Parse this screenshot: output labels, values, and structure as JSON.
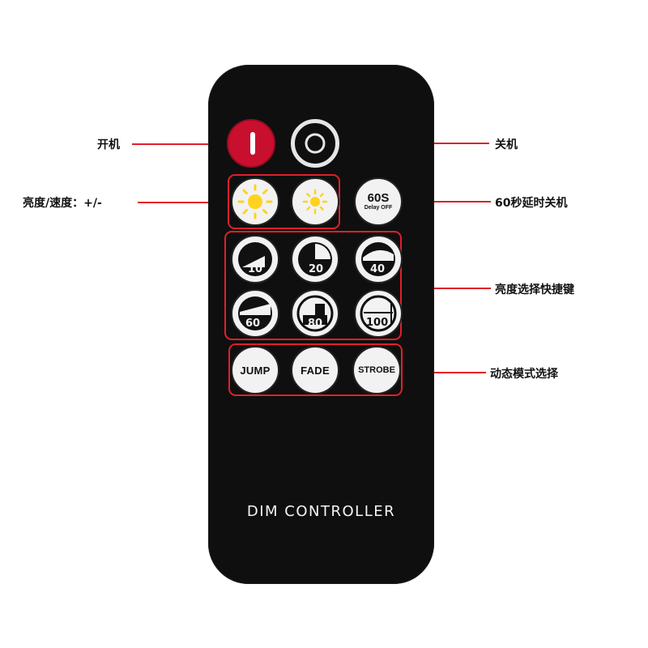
{
  "callouts": {
    "power_on": "开机",
    "power_off": "关机",
    "brightness_speed": "亮度/速度：+/-",
    "delay_off": "60秒延时关机",
    "brightness_shortcuts": "亮度选择快捷键",
    "dynamic_modes": "动态模式选择"
  },
  "remote": {
    "brand_label": "DIM CONTROLLER",
    "delay_button": {
      "main": "60S",
      "sub": "Delay OFF"
    },
    "brightness_levels": [
      "10",
      "20",
      "40",
      "60",
      "80",
      "100"
    ],
    "mode_buttons": [
      "JUMP",
      "FADE",
      "STROBE"
    ]
  },
  "colors": {
    "remote_body": "#0f0f0f",
    "power_on_button": "#c8102e",
    "callout_line": "#e0202a",
    "sun_icon": "#ffd21f"
  }
}
